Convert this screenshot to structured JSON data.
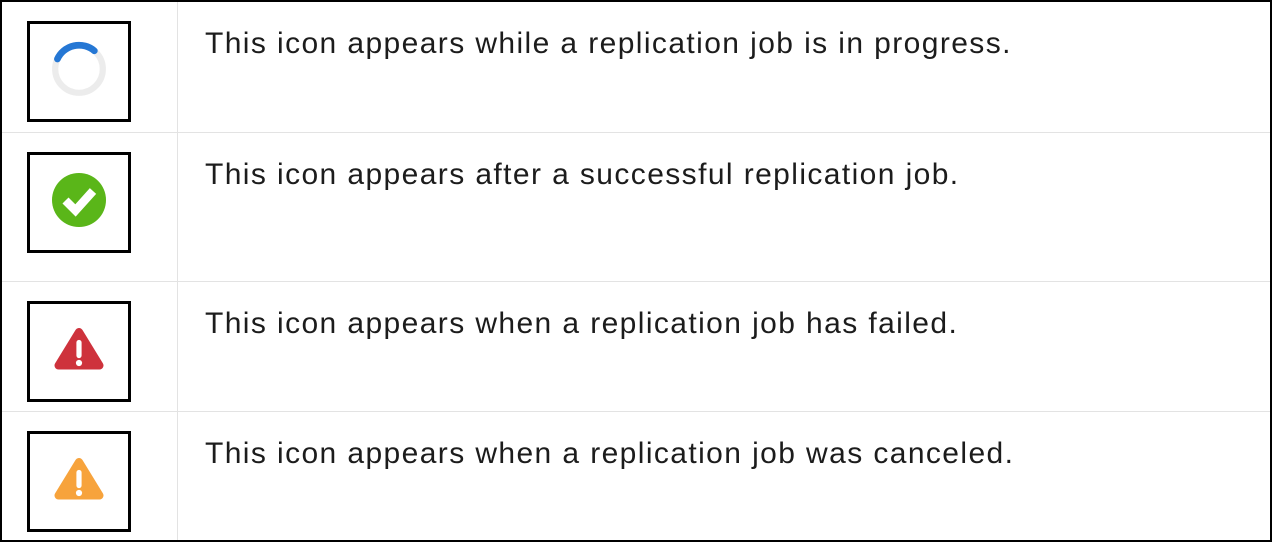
{
  "legend": {
    "rows": [
      {
        "icon_name": "in-progress-spinner-icon",
        "description": "This icon appears while a replication job is in progress."
      },
      {
        "icon_name": "success-check-icon",
        "description": "This icon appears after a successful replication job."
      },
      {
        "icon_name": "failed-alert-icon",
        "description": "This icon appears when a replication job has failed."
      },
      {
        "icon_name": "canceled-alert-icon",
        "description": "This icon appears when a replication job was canceled."
      }
    ]
  },
  "colors": {
    "spinner_blue": "#2577d4",
    "spinner_track": "#ececec",
    "success_green": "#5ab619",
    "failed_red": "#ce323c",
    "canceled_orange": "#f7a33c",
    "table_border": "#000000",
    "icon_box_border": "#000000",
    "divider": "#e3e3e3",
    "text": "#1c1c1c",
    "background": "#ffffff"
  }
}
